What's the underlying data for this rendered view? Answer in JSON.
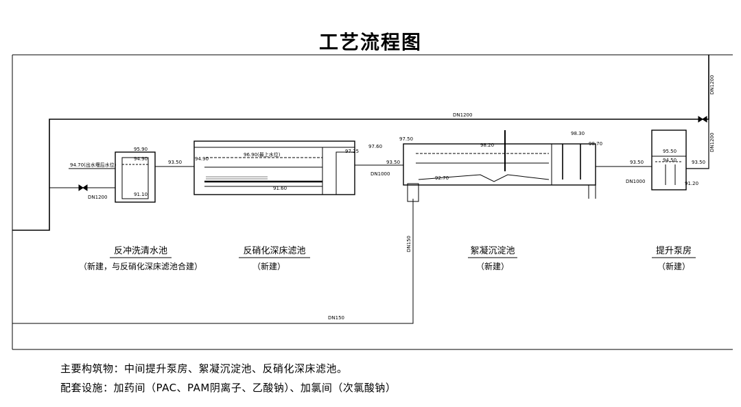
{
  "title": "工艺流程图",
  "pipes": {
    "top_main": "DN1200",
    "right_riser_top": "DN1200",
    "right_riser_lower": "DN1200",
    "inlet": "DN1200",
    "to_settler": "DN1000",
    "from_pump": "DN1000",
    "drain_vertical": "DN150",
    "drain_bottom": "DN150"
  },
  "levels": {
    "backwash_in": "94.70(出水堰后水位)",
    "backwash_top": "95.90",
    "backwash_water": "94.90",
    "backwash_bottom": "91.10",
    "backwash_out": "93.50",
    "filter_in": "94.90",
    "filter_water": "96.90(最上水位)",
    "filter_bottom": "91.60",
    "filter_weir": "97.25",
    "filter_top": "97.60",
    "filter_pipe": "93.50",
    "settler_in": "97.50",
    "settler_water": "98.20",
    "settler_bottom": "92.70",
    "mixer_top": "98.30",
    "mixer_water": "98.70",
    "pipe_mid": "93.50",
    "pump_top": "95.50",
    "pump_water": "94.50",
    "pump_out": "93.50",
    "pump_bottom": "91.20"
  },
  "units": [
    {
      "name": "反冲洗清水池",
      "note": "（新建，与反硝化深床滤池合建）"
    },
    {
      "name": "反硝化深床滤池",
      "note": "（新建）"
    },
    {
      "name": "絮凝沉淀池",
      "note": "（新建）"
    },
    {
      "name": "提升泵房",
      "note": "（新建）"
    }
  ],
  "notes": [
    "主要构筑物：中间提升泵房、絮凝沉淀池、反硝化深床滤池。",
    "配套设施：加药间（PAC、PAM阴离子、乙酸钠）、加氯间（次氯酸钠）"
  ]
}
